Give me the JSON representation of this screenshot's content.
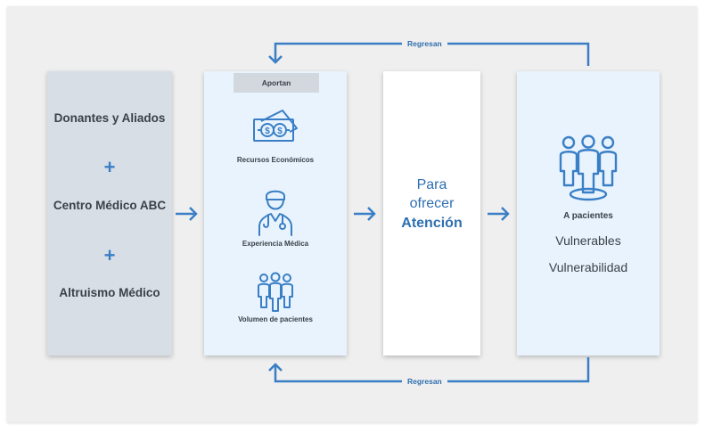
{
  "donors": {
    "line1": "Donantes y Aliados",
    "plus1": "+",
    "line2": "Centro Médico ABC",
    "plus2": "+",
    "line3": "Altruismo Médico"
  },
  "contrib": {
    "tag": "Aportan",
    "items": [
      {
        "icon": "money-icon",
        "label": "Recursos Económicos"
      },
      {
        "icon": "doctor-icon",
        "label": "Experiencia Médica"
      },
      {
        "icon": "people-icon",
        "label": "Volumen de pacientes"
      }
    ]
  },
  "attention": {
    "line1": "Para",
    "line2": "ofrecer",
    "line3": "Atención"
  },
  "patients": {
    "icon": "patients-group-icon",
    "title": "A pacientes",
    "line1": "Vulnerables",
    "line2": "Vulnerabilidad"
  },
  "loops": {
    "top_label": "Regresan",
    "bottom_label": "Regresan"
  },
  "colors": {
    "accent": "#3a7fc6",
    "text": "#3a4148",
    "light_panel": "#e8f3fd",
    "grey_panel": "#d7dee6"
  }
}
